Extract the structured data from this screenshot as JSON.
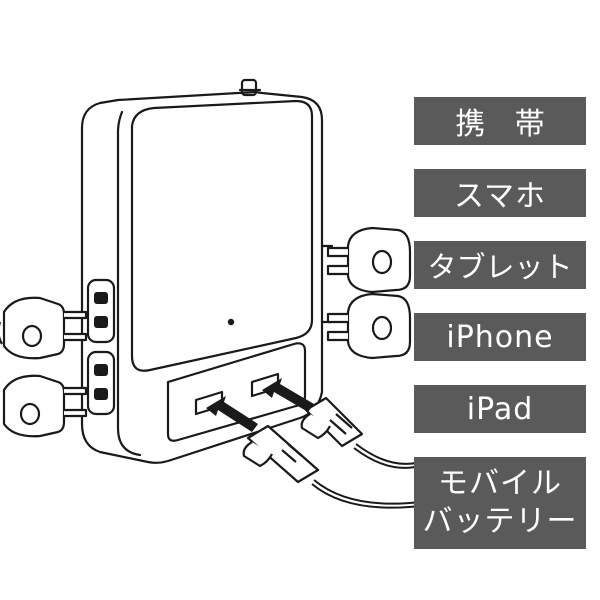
{
  "labels": [
    {
      "text": "携 帯"
    },
    {
      "text": "スマホ"
    },
    {
      "text": "タブレット"
    },
    {
      "text": "iPhone"
    },
    {
      "text": "iPad"
    },
    {
      "lines": [
        "モバイル",
        "バッテリー"
      ]
    }
  ],
  "colors": {
    "label_bg": "#5a5a5a",
    "label_text": "#ffffff",
    "line_art": "#1a1a1a",
    "background": "#ffffff"
  }
}
